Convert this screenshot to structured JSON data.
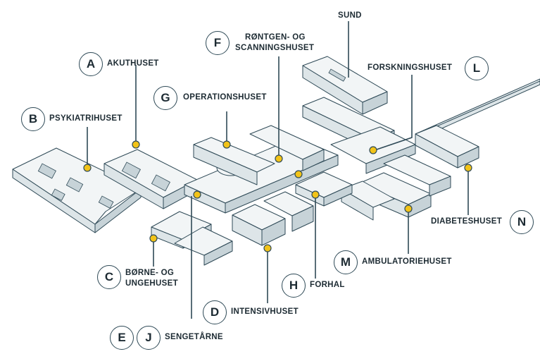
{
  "colors": {
    "pin": "#f2c318",
    "outline": "#2f4a57",
    "roof": "#f2f5f6",
    "wall": "#c7d3d8"
  },
  "locations": [
    {
      "letter": "A",
      "name": "AKUTHUSET"
    },
    {
      "letter": "B",
      "name": "PSYKIATRIHUSET"
    },
    {
      "letter": "C",
      "name_line1": "BØRNE- OG",
      "name_line2": "UNGEHUSET"
    },
    {
      "letter": "D",
      "name": "INTENSIVHUSET"
    },
    {
      "letter": "E",
      "letter2": "J",
      "name": "SENGETÅRNE"
    },
    {
      "letter": "F",
      "name_line1": "RØNTGEN- OG",
      "name_line2": "SCANNINGSHUSET"
    },
    {
      "letter": "G",
      "name": "OPERATIONSHUSET"
    },
    {
      "letter": "H",
      "name": "FORHAL"
    },
    {
      "letter": "L",
      "name": "FORSKNINGSHUSET"
    },
    {
      "letter": "M",
      "name": "AMBULATORIEHUSET"
    },
    {
      "letter": "N",
      "name": "DIABETESHUSET"
    },
    {
      "name": "SUND"
    }
  ]
}
